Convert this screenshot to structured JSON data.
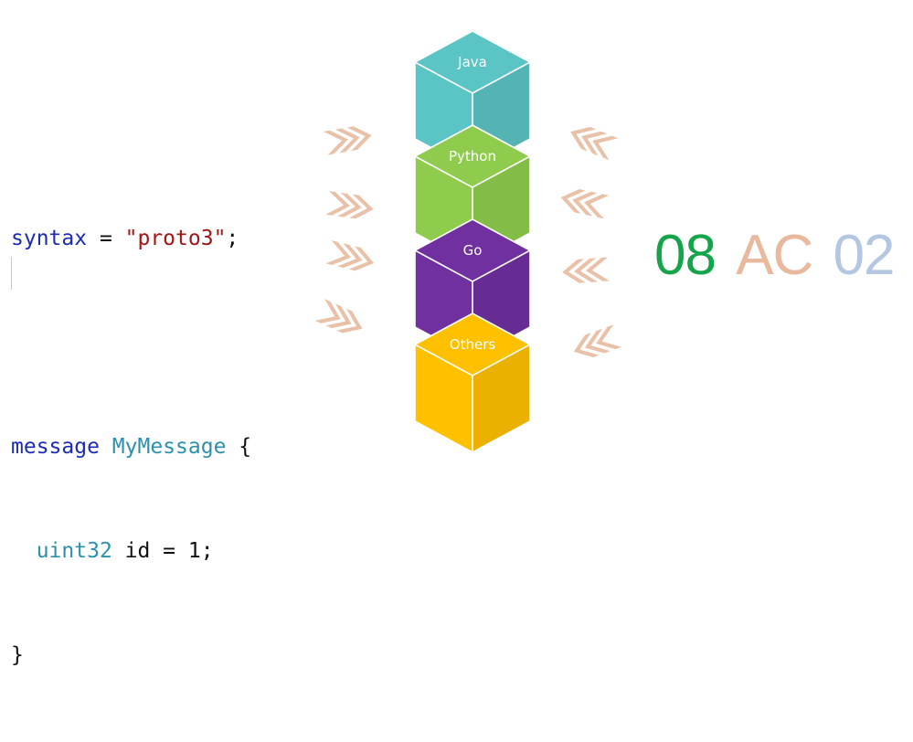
{
  "code": {
    "line1": {
      "kw": "syntax",
      "op": " = ",
      "str": "\"proto3\"",
      "end": ";"
    },
    "line3": {
      "kw": "message",
      "sp": " ",
      "type": "MyMessage",
      "end": " {"
    },
    "line4": {
      "indent": "  ",
      "type": "uint32",
      "rest": " id = 1;"
    },
    "line5": {
      "text": "}"
    }
  },
  "cubes": [
    {
      "label": "Java",
      "color": "#5bc4c4"
    },
    {
      "label": "Python",
      "color": "#8fcc4e"
    },
    {
      "label": "Go",
      "color": "#7030a0"
    },
    {
      "label": "Others",
      "color": "#ffc000"
    }
  ],
  "arrows_color": "#e9c1a8",
  "encoded": {
    "byte1": {
      "text": "08",
      "color": "#16a44a"
    },
    "byte2": {
      "text": "AC",
      "color": "#e8b99c"
    },
    "byte3": {
      "text": "02",
      "color": "#b3c6e2"
    }
  }
}
